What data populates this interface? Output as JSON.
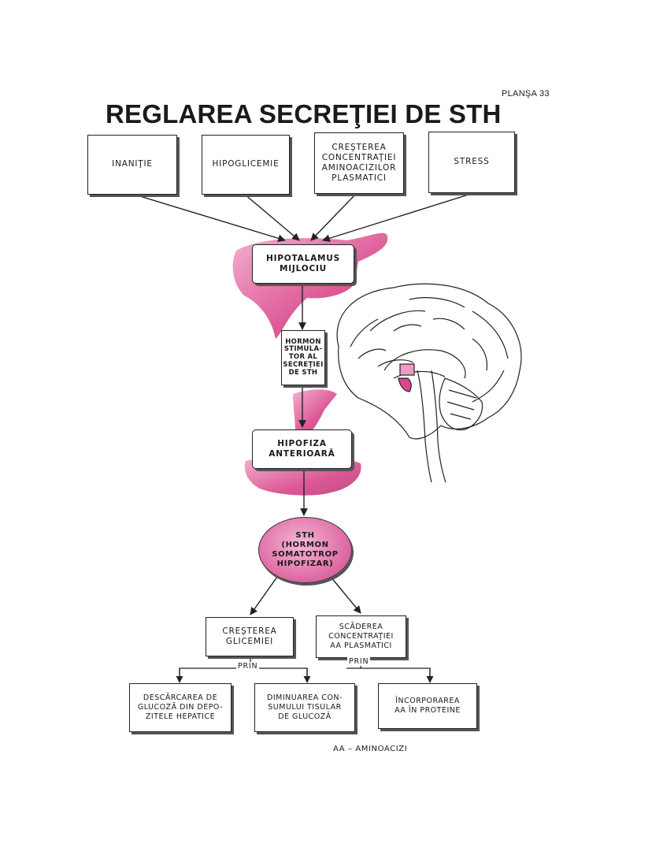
{
  "plate": "PLANŞA 33",
  "title": "REGLAREA SECREŢIEI DE STH",
  "stimuli": {
    "inanitie": "INANIŢIE",
    "hipoglicemie": "HIPOGLICEMIE",
    "aa_line1": "CREŞTEREA",
    "aa_line2": "CONCENTRAŢIEI",
    "aa_line3": "AMINOACIZILOR",
    "aa_line4": "PLASMATICI",
    "stress": "STRESS"
  },
  "hypothalamus": {
    "line1": "HIPOTALAMUS",
    "line2": "MIJLOCIU"
  },
  "hormone": {
    "line1": "HORMON",
    "line2": "STIMULA-",
    "line3": "TOR AL",
    "line4": "SECREŢIEI",
    "line5": "DE STH"
  },
  "pituitary": {
    "line1": "HIPOFIZA",
    "line2": "ANTERIOARĂ"
  },
  "sth": {
    "line1": "STH",
    "line2": "(HORMON",
    "line3": "SOMATOTROP",
    "line4": "HIPOFIZAR)"
  },
  "effects": {
    "glycemia_line1": "CREŞTEREA",
    "glycemia_line2": "GLICEMIEI",
    "aa_drop_line1": "SCĂDEREA",
    "aa_drop_line2": "CONCENTRAŢIEI",
    "aa_drop_line3": "AA PLASMATICI"
  },
  "via_left": "PRIN",
  "via_right": "PRIN",
  "mechanisms": {
    "m1_line1": "DESCĂRCAREA DE",
    "m1_line2": "GLUCOZĂ DIN DEPO-",
    "m1_line3": "ZITELE HEPATICE",
    "m2_line1": "DIMINUAREA CON-",
    "m2_line2": "SUMULUI TISULAR",
    "m2_line3": "DE GLUCOZĂ",
    "m3_line1": "ÎNCORPORAREA",
    "m3_line2": "AA ÎN PROTEINE"
  },
  "footnote": "AA – AMINOACIZI",
  "colors": {
    "tissue": "#d9468a",
    "tissue_light": "#ef9cc3",
    "line": "#222222"
  },
  "icons": [
    "brain-sagittal-illustration",
    "arrow-down-icon"
  ]
}
